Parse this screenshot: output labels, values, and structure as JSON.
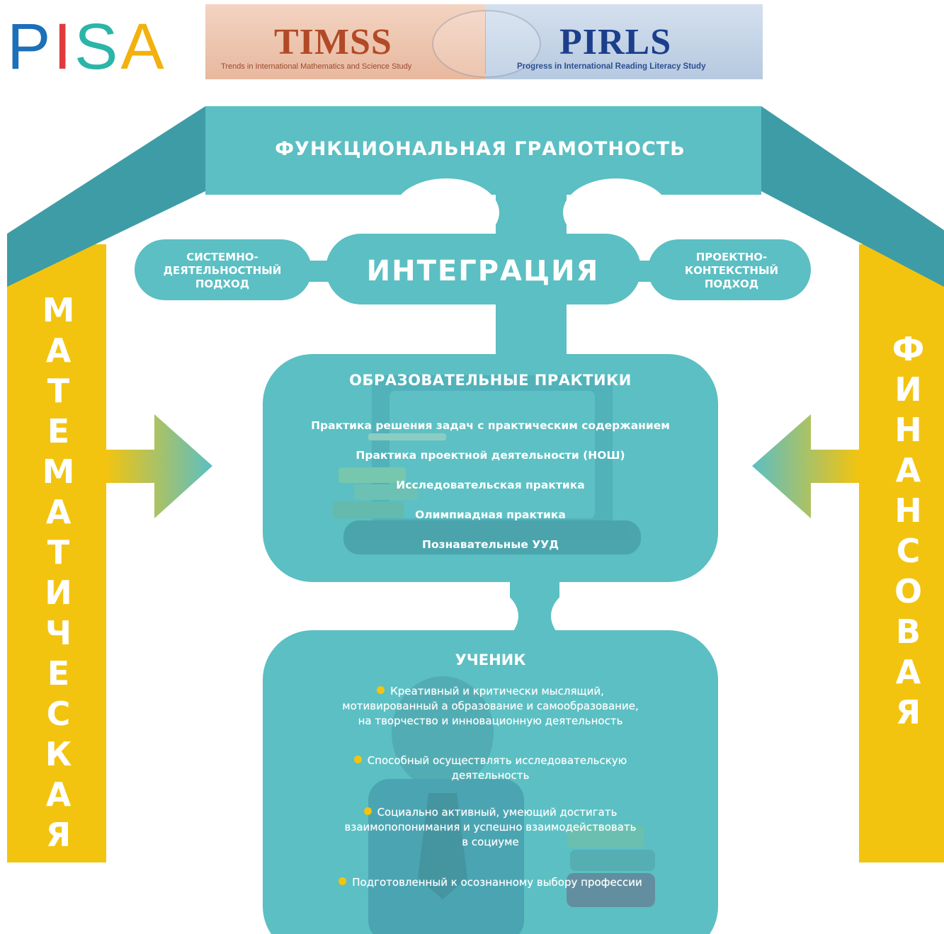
{
  "logos": {
    "pisa": [
      "P",
      "I",
      "S",
      "A"
    ],
    "pisa_colors": [
      "#1d6fb8",
      "#e03a3e",
      "#2bb5a8",
      "#f2b10d"
    ],
    "timss": "TIMSS",
    "timss_sub": "Trends in International Mathematics and Science Study",
    "pirls": "PIRLS",
    "pirls_sub": "Progress in International Reading Literacy Study"
  },
  "roof_title": "ФУНКЦИОНАЛЬНАЯ ГРАМОТНОСТЬ",
  "integration": {
    "title": "ИНТЕГРАЦИЯ",
    "left": [
      "СИСТЕМНО-",
      "ДЕЯТЕЛЬНОСТНЫЙ",
      "ПОДХОД"
    ],
    "right": [
      "ПРОЕКТНО-",
      "КОНТЕКСТНЫЙ",
      "ПОДХОД"
    ]
  },
  "practices": {
    "title": "ОБРАЗОВАТЕЛЬНЫЕ ПРАКТИКИ",
    "items": [
      "Практика решения задач с практическим содержанием",
      "Практика проектной деятельности (НОШ)",
      "Исследовательская практика",
      "Олимпиадная практика",
      "Познавательные УУД"
    ]
  },
  "student": {
    "title": "УЧЕНИК",
    "items": [
      [
        "Креативный и критически мыслящий,",
        "мотивированный а образование и самообразование,",
        "на творчество и инновационную деятельность"
      ],
      [
        "Способный осуществлять исследовательскую",
        "деятельность"
      ],
      [
        "Социально активный, умеющий достигать",
        "взаимопопонимания и успешно взаимодействовать",
        "в социуме"
      ],
      [
        "Подготовленный к осознанному выбору профессии"
      ]
    ]
  },
  "pillars": {
    "left": [
      "М",
      "А",
      "Т",
      "Е",
      "М",
      "А",
      "Т",
      "И",
      "Ч",
      "Е",
      "С",
      "К",
      "А",
      "Я"
    ],
    "right": [
      "Ф",
      "И",
      "Н",
      "А",
      "Н",
      "С",
      "О",
      "В",
      "А",
      "Я"
    ]
  },
  "colors": {
    "teal": "#5bbfc3",
    "teal_dark": "#3e9ca6",
    "yellow": "#f2c410",
    "bullet": "#f2c410"
  }
}
